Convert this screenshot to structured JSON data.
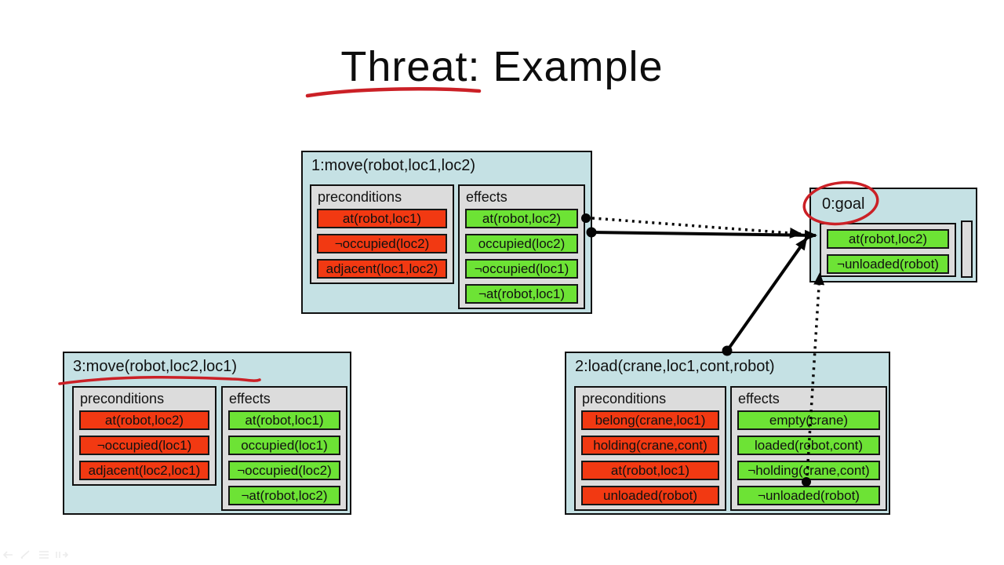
{
  "slide": {
    "title": "Threat: Example"
  },
  "labels": {
    "preconditions": "preconditions",
    "effects": "effects"
  },
  "actions": {
    "move1": {
      "title": "1:move(robot,loc1,loc2)",
      "preconditions": [
        "at(robot,loc1)",
        "¬occupied(loc2)",
        "adjacent(loc1,loc2)"
      ],
      "effects": [
        "at(robot,loc2)",
        "occupied(loc2)",
        "¬occupied(loc1)",
        "¬at(robot,loc1)"
      ]
    },
    "goal": {
      "title": "0:goal",
      "conditions": [
        "at(robot,loc2)",
        "¬unloaded(robot)"
      ]
    },
    "move3": {
      "title": "3:move(robot,loc2,loc1)",
      "preconditions": [
        "at(robot,loc2)",
        "¬occupied(loc1)",
        "adjacent(loc2,loc1)"
      ],
      "effects": [
        "at(robot,loc1)",
        "occupied(loc1)",
        "¬occupied(loc2)",
        "¬at(robot,loc2)"
      ]
    },
    "load2": {
      "title": "2:load(crane,loc1,cont,robot)",
      "preconditions": [
        "belong(crane,loc1)",
        "holding(crane,cont)",
        "at(robot,loc1)",
        "unloaded(robot)"
      ],
      "effects": [
        "empty(crane)",
        "loaded(robot,cont)",
        "¬holding(crane,cont)",
        "¬unloaded(robot)"
      ]
    }
  },
  "annotations": {
    "title_underline": "red pen underline under Threat:",
    "goal_circle": "red pen ellipse around 0:goal",
    "move3_underline": "red pen underline under 3:move title"
  },
  "links": {
    "dotted_link_1": "at(robot,loc2) effect of move1 to goal at(robot,loc2)",
    "solid_link_1": "move1 effects to goal at(robot,loc2)",
    "solid_link_2": "load2 to goal at(robot,loc2)",
    "dotted_link_2": "load2 ¬unloaded(robot) effect to goal ¬unloaded(robot)"
  },
  "toolbar": {
    "icons": [
      "prev-arrow",
      "pen",
      "slide-menu",
      "next-arrow"
    ]
  },
  "colors": {
    "box_bg": "#c5e1e4",
    "panel_bg": "#dcdcdc",
    "precondition_fill": "#f23912",
    "effect_fill": "#6de335",
    "annotation_red": "#cb2026",
    "link_black": "#050505"
  }
}
